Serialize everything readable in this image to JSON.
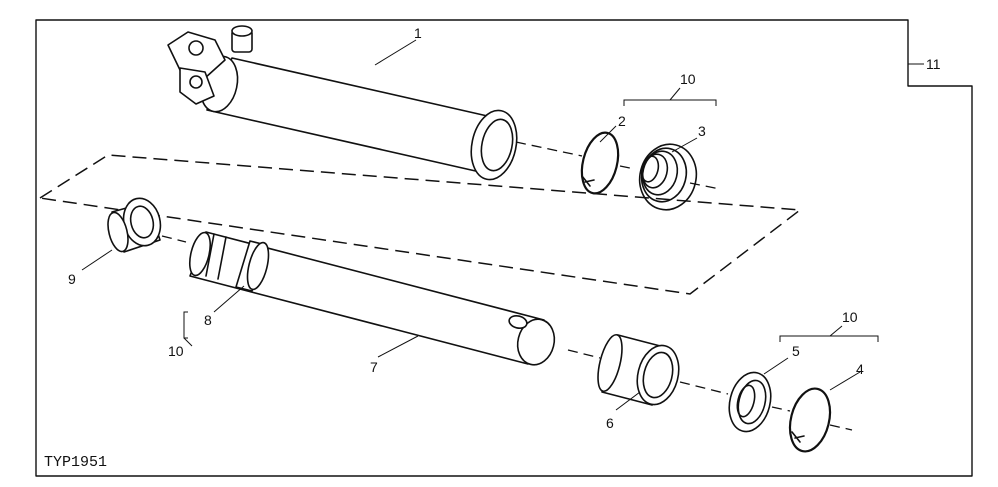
{
  "figure_code": "TYP1951",
  "callouts": {
    "c1": "1",
    "c2": "2",
    "c3": "3",
    "c4": "4",
    "c5": "5",
    "c6": "6",
    "c7": "7",
    "c8": "8",
    "c9": "9",
    "c10a": "10",
    "c10b": "10",
    "c10c": "10",
    "c11": "11"
  }
}
